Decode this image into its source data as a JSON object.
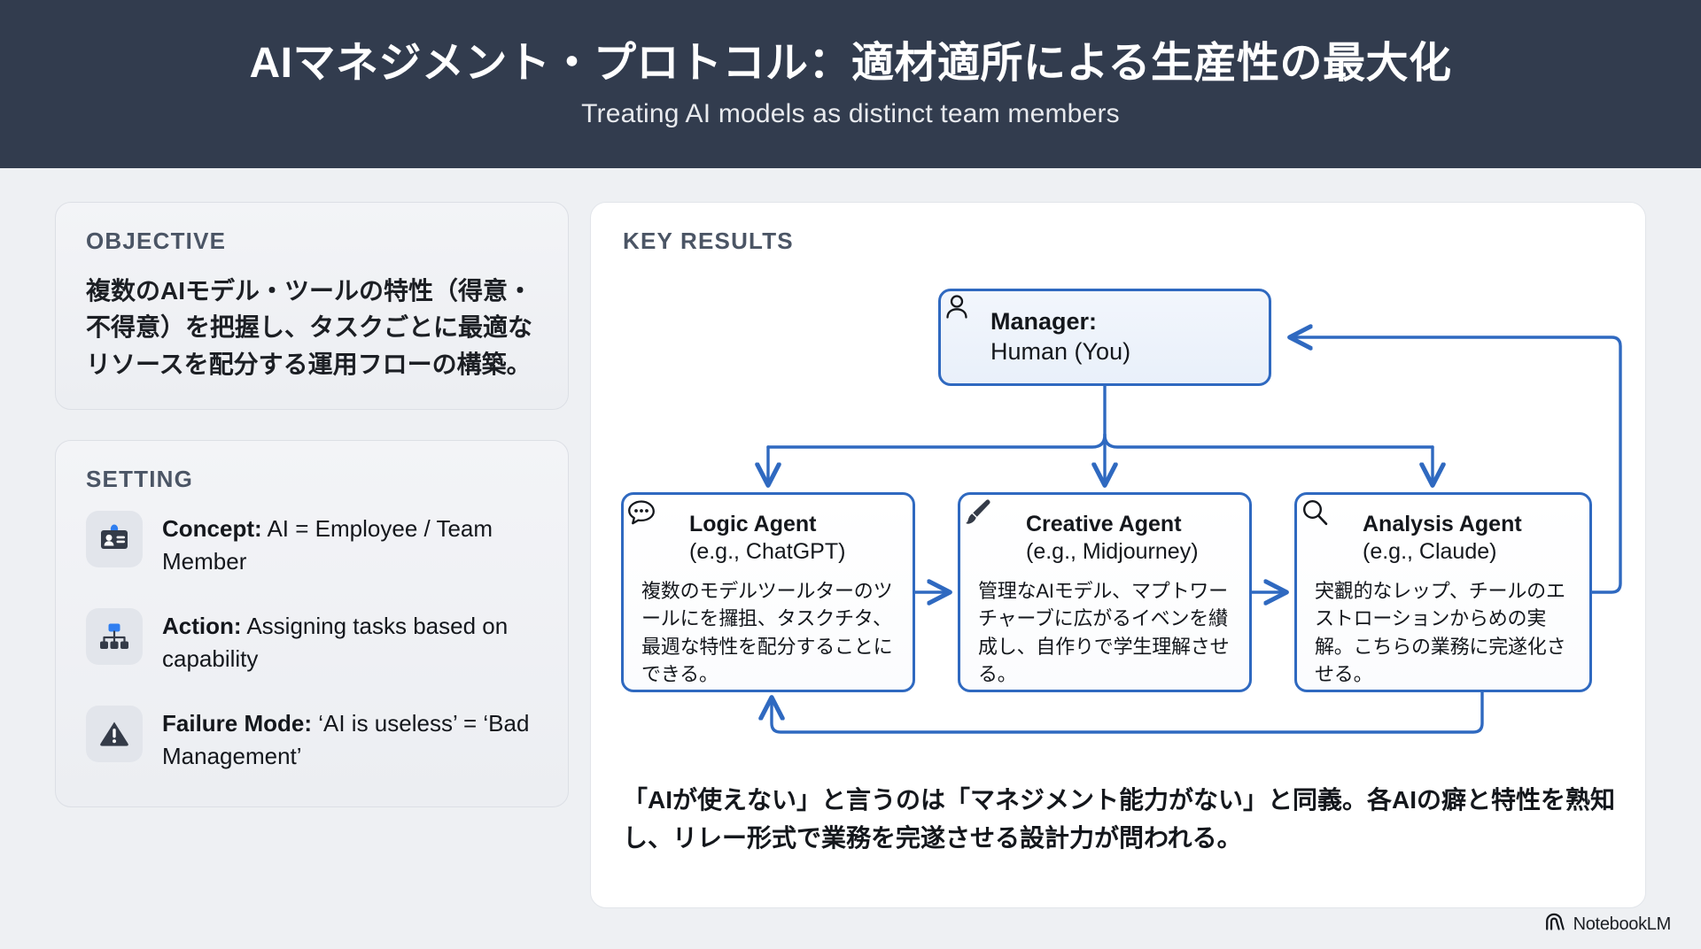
{
  "header": {
    "title": "AIマネジメント・プロトコル：適材適所による生産性の最大化",
    "subtitle": "Treating AI models as distinct team members"
  },
  "objective": {
    "label": "OBJECTIVE",
    "text": "複数のAIモデル・ツールの特性（得意・不得意）を把握し、タスクごとに最適なリソースを配分する運用フローの構築。"
  },
  "setting": {
    "label": "SETTING",
    "items": [
      {
        "icon": "id-badge-icon",
        "term": "Concept:",
        "desc": " AI = Employee / Team Member"
      },
      {
        "icon": "org-chart-icon",
        "term": "Action:",
        "desc": " Assigning tasks based on capability"
      },
      {
        "icon": "warning-triangle-icon",
        "term": "Failure Mode:",
        "desc": " ‘AI is useless’ = ‘Bad Management’"
      }
    ]
  },
  "key_results": {
    "label": "KEY RESULTS",
    "manager": {
      "icon": "person-icon",
      "title": "Manager:",
      "subtitle": "Human (You)"
    },
    "agents": [
      {
        "icon": "chat-bubble-icon",
        "name": "Logic Agent",
        "example": "(e.g., ChatGPT)",
        "body": "複数のモデルツールターのツールにを攞抯、タスクチタ、最週な特性を配分することにできる。"
      },
      {
        "icon": "paintbrush-icon",
        "name": "Creative Agent",
        "example": "(e.g., Midjourney)",
        "body": "管理なAIモデル、マプトワーチャーブに広がるイベンを纉成し、自作りで学生理解させる。"
      },
      {
        "icon": "magnifier-icon",
        "name": "Analysis Agent",
        "example": "(e.g., Claude)",
        "body": "宊覾的なレップ、チールのエストローションからめの実解。こちらの業務に完遂化させる。"
      }
    ],
    "caption": "「AIが使えない」と言うのは「マネジメント能力がない」と同義。各AIの癖と特性を熟知し、リレー形式で業務を完遂させる設計力が問われる。"
  },
  "brand": {
    "icon": "notebooklm-icon",
    "name": "NotebookLM"
  },
  "colors": {
    "header_bg": "#323c4e",
    "page_bg": "#eef0f3",
    "accent_blue": "#2f69c0",
    "icon_blue": "#2f7ef0",
    "icon_dark": "#343b48",
    "label_gray": "#4b5565"
  }
}
